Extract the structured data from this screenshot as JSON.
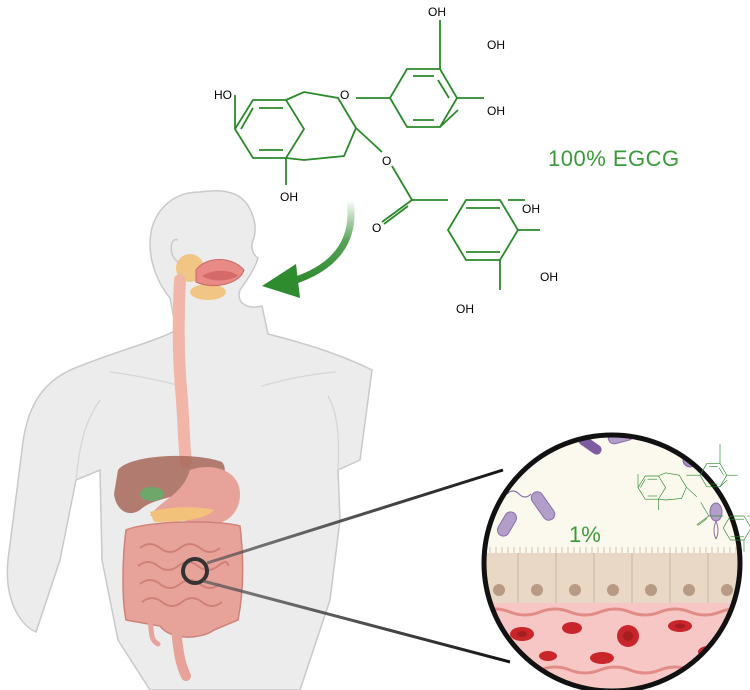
{
  "labels": {
    "dose_label": "100%  EGCG",
    "absorbed_label": "1%"
  },
  "molecule": {
    "atom_labels": {
      "oh_top": "OH",
      "oh_right_upper": "OH",
      "oh_right_lower": "OH",
      "oh_left": "HO",
      "ring_oxygen": "O",
      "oh_bottom": "OH",
      "ester_oxygen": "O",
      "carbonyl_oxygen": "O",
      "oh_gallate_upper": "OH",
      "oh_gallate_mid": "OH",
      "oh_gallate_lower": "OH"
    }
  },
  "colors": {
    "molecule": "#2a8a2a",
    "label_green": "#3a9a3a",
    "arrow": "#2e8b2e",
    "body_fill": "#ececec",
    "body_outline": "#c9c9c9",
    "esophagus": "#f2b6a8",
    "intestine": "#e7a39a",
    "liver": "#a8675a",
    "blood_cell": "#c8262a",
    "epithelium": "#e9d8c6"
  },
  "icons": [
    "arrow-icon",
    "magnifier-ring-icon",
    "bacteria-icon",
    "blood-cell-icon"
  ]
}
